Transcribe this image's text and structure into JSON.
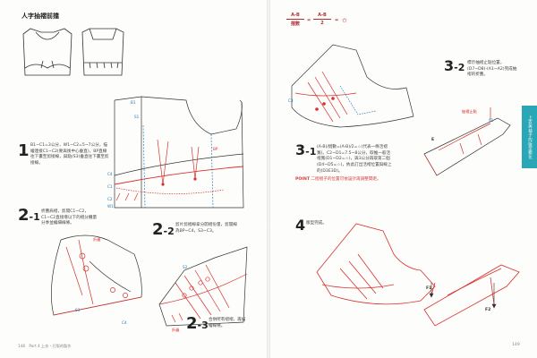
{
  "page": {
    "title": "人字抽褶前擋",
    "footer_left": "Part 4 上衣・打版的製作",
    "page_left": "148",
    "page_right": "149",
    "side_tab": "上衣與袖子的版型變化"
  },
  "formula": {
    "num1": "A-B",
    "den1": "摺數",
    "eq1": "=",
    "num2": "A-B",
    "den2": "2",
    "eq2": "=",
    "star": "✩"
  },
  "steps": [
    {
      "id": "1",
      "sub": "",
      "text": "B1~C1=3公分，W1~C2=5~7公分，描繪連接C1~C2(要與後中心垂直)，BP直線往下畫至剪接線，與點(S3)垂直往下畫至剪接線。"
    },
    {
      "id": "2",
      "sub": "-1",
      "text": "折疊肩褶，剪開C1~C2，C1~C2直接增以下的褶分攤量分季並繪細線條。"
    },
    {
      "id": "2",
      "sub": "-2",
      "text": "剪片剪褶線拿分開褶份量，剪開線為BP~C4，S3~C3。"
    },
    {
      "id": "2",
      "sub": "-3",
      "text": "合併所有褶褶，再描繪線條。"
    },
    {
      "id": "3",
      "sub": "-1",
      "text": "(A-B)/摺數=(A-B)/2=☆(代表一條活褶寬)。C2~D1=7.5~8公分，取推一般活褶寬(D1~D2=☆)，與3公分再取第二個(D4~D5=☆)，依此訂出活褶位置與線上的(D3E3D)。"
    },
    {
      "id": "3",
      "sub": "-2",
      "text": "標示抽褶止點位置，(D7~D8)-(A1~A2)完成抽褶的折疊。"
    },
    {
      "id": "4",
      "sub": "",
      "text": "版型完成。"
    }
  ],
  "point_note": {
    "label": "POINT",
    "text": "二摺褶子的位置可依設計再調整間距。"
  },
  "labels": {
    "fold_a": "折疊",
    "fold_b": "折疊",
    "gather": "抽褶止點",
    "bp": "BP",
    "b1": "B1",
    "c1": "C1",
    "c2": "C2",
    "c3": "C3",
    "c4": "C4",
    "s1": "S1",
    "s2": "S2",
    "s3": "S3",
    "w1": "W1",
    "e": "E",
    "f1": "F1",
    "f2": "F2"
  }
}
